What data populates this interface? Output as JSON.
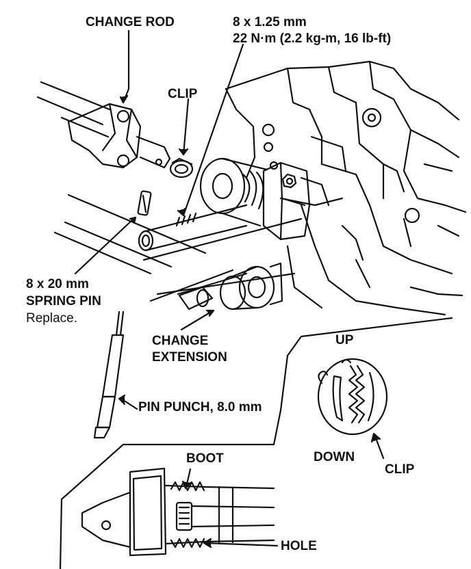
{
  "colors": {
    "ink": "#111111",
    "paper": "#ffffff"
  },
  "labels": {
    "change_rod": "CHANGE ROD",
    "bolt_spec_1": "8 x 1.25 mm",
    "bolt_spec_2": "22 N·m (2.2 kg-m, 16 lb-ft)",
    "clip_top": "CLIP",
    "spring_pin_1": "8 x 20 mm",
    "spring_pin_2": "SPRING PIN",
    "spring_pin_3": "Replace.",
    "change_extension_1": "CHANGE",
    "change_extension_2": "EXTENSION",
    "up": "UP",
    "down": "DOWN",
    "clip_detail": "CLIP",
    "pin_punch": "PIN PUNCH, 8.0 mm",
    "boot": "BOOT",
    "hole": "HOLE"
  }
}
